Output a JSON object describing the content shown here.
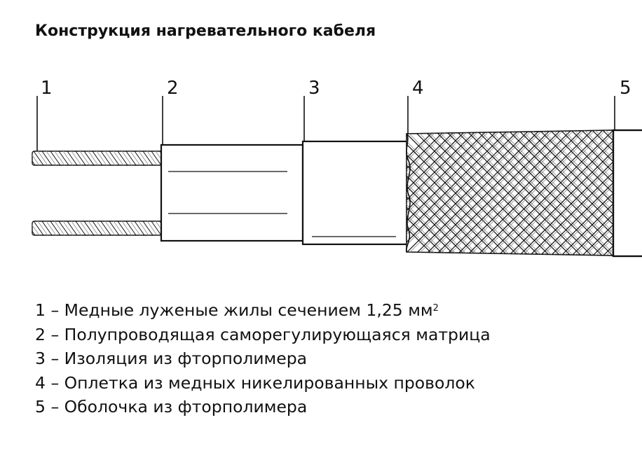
{
  "title": "Конструкция нагревательного кабеля",
  "callouts": [
    "1",
    "2",
    "3",
    "4",
    "5"
  ],
  "legend": [
    {
      "num": "1",
      "dash": "–",
      "text": "Медные луженые жилы сечением 1,25 мм",
      "sup": "2"
    },
    {
      "num": "2",
      "dash": "–",
      "text": "Полупроводящая саморегулирующаяся матрица",
      "sup": ""
    },
    {
      "num": "3",
      "dash": "–",
      "text": "Изоляция из фторполимера",
      "sup": ""
    },
    {
      "num": "4",
      "dash": "–",
      "text": "Оплетка из медных никелированных проволок",
      "sup": ""
    },
    {
      "num": "5",
      "dash": "–",
      "text": "Оболочка из фторполимера",
      "sup": ""
    }
  ],
  "colors": {
    "ink": "#111111",
    "braid_shade": "#8a8a8a",
    "wire_shade": "#9a9a9a"
  }
}
